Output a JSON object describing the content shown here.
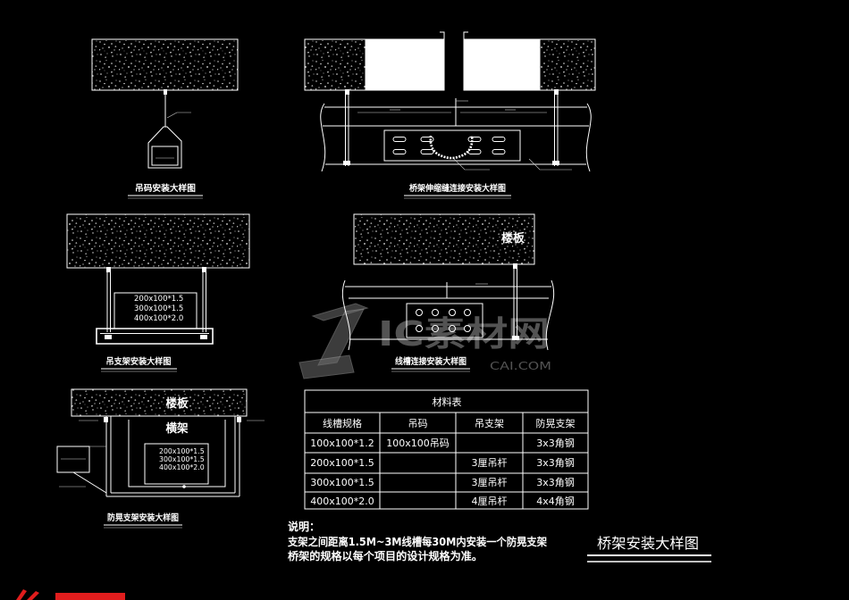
{
  "drawing_title": "桥架安装大样图",
  "details": {
    "hanger": {
      "label": "吊码安装大样图"
    },
    "expansion_joint": {
      "label": "桥架伸缩缝连接安装大样图"
    },
    "hanging_bracket": {
      "label": "吊支架安装大样图",
      "tray_specs": [
        "200x100*1.5",
        "300x100*1.5",
        "400x100*2.0"
      ]
    },
    "tray_connection": {
      "label": "线槽连接安装大样图",
      "slab_label": "楼板"
    },
    "sway_bracket": {
      "label": "防晃支架安装大样图",
      "slab_label": "楼板",
      "beam_label": "横架",
      "tray_specs": [
        "200x100*1.5",
        "300x100*1.5",
        "400x100*2.0"
      ]
    }
  },
  "materials_table": {
    "title": "材料表",
    "columns": [
      "线槽规格",
      "吊码",
      "吊支架",
      "防晃支架"
    ],
    "rows": [
      [
        "100x100*1.2",
        "100x100吊码",
        "",
        "3x3角钢"
      ],
      [
        "200x100*1.5",
        "",
        "3厘吊杆",
        "3x3角钢"
      ],
      [
        "300x100*1.5",
        "",
        "3厘吊杆",
        "3x3角钢"
      ],
      [
        "400x100*2.0",
        "",
        "4厘吊杆",
        "4x4角钢"
      ]
    ]
  },
  "notes": {
    "heading": "说明：",
    "lines": [
      "支架之间距离1.5M~3M线槽每30M内安装一个防晃支架",
      "桥架的规格以每个项目的设计规格为准。"
    ]
  },
  "watermark": {
    "brand": "IC素材网",
    "domain": "CAI.COM"
  },
  "colors": {
    "background": "#000000",
    "linework": "#ffffff",
    "watermark": "#8a8a8a",
    "accent": "#e11d1d"
  }
}
